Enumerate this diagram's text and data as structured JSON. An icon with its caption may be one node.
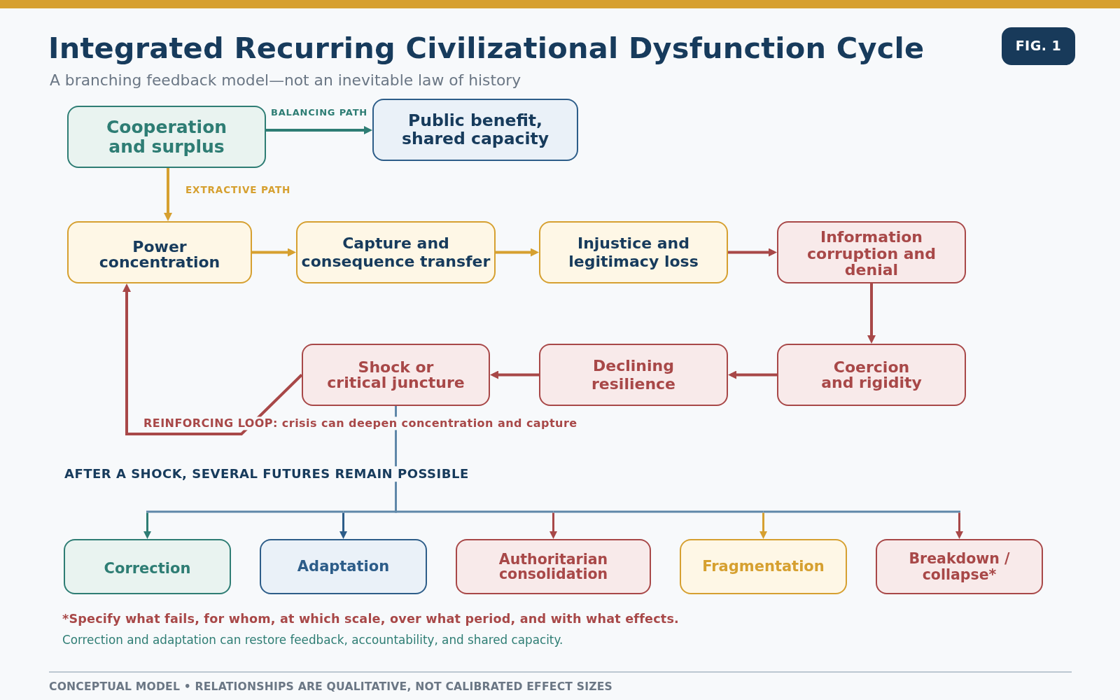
{
  "diagram": {
    "title": "Integrated Recurring Civilizational Dysfunction Cycle",
    "nodes": [
      {
        "text": [
          "FIG. 1"
        ]
      },
      {
        "text": [
          "Cooperation and surplus"
        ]
      },
      {
        "text": [
          "Public benefit, shared capacity"
        ]
      },
      {
        "text": [
          "Power concentration"
        ]
      },
      {
        "text": [
          "Capture and consequence transfer"
        ]
      },
      {
        "text": [
          "Injustice and legitimacy loss"
        ]
      },
      {
        "text": [
          "Information corruption and denial"
        ]
      },
      {
        "text": [
          "Shock or critical juncture"
        ]
      },
      {
        "text": [
          "Declining resilience"
        ]
      },
      {
        "text": [
          "Coercion and rigidity"
        ]
      },
      {
        "text": [
          "Correction"
        ]
      },
      {
        "text": [
          "Adaptation"
        ]
      },
      {
        "text": [
          "Authoritarian consolidation"
        ]
      },
      {
        "text": [
          "Fragmentation"
        ]
      },
      {
        "text": [
          "Breakdown / collapse*"
        ]
      }
    ],
    "edges": [
      {
        "from": 1,
        "to": 2,
        "arrow": "to",
        "label": "BALANCING PATH",
        "color": "#2e7d74"
      },
      {
        "from": 1,
        "to": 3,
        "arrow": "to",
        "label": "EXTRACTIVE PATH",
        "color": "#d6a030"
      },
      {
        "from": 3,
        "to": 4,
        "arrow": "to",
        "color": "#d6a030"
      },
      {
        "from": 4,
        "to": 5,
        "arrow": "to",
        "color": "#d6a030"
      },
      {
        "from": 5,
        "to": 6,
        "arrow": "to"
      },
      {
        "from": 6,
        "to": 9,
        "arrow": "to"
      },
      {
        "from": 9,
        "to": 8,
        "arrow": "to"
      },
      {
        "from": 8,
        "to": 7,
        "arrow": "to"
      },
      {
        "from": 7,
        "to": 3,
        "arrow": "to",
        "label": "REINFORCING LOOP: crisis can deepen concentration and capture"
      },
      {
        "from": 7,
        "to": 10,
        "arrow": "to",
        "color": "#5f88a9"
      },
      {
        "from": 7,
        "to": 11,
        "arrow": "to",
        "color": "#5f88a9"
      },
      {
        "from": 7,
        "to": 12,
        "arrow": "to",
        "color": "#5f88a9"
      },
      {
        "from": 7,
        "to": 13,
        "arrow": "to",
        "color": "#5f88a9"
      },
      {
        "from": 7,
        "to": 14,
        "arrow": "to",
        "color": "#5f88a9"
      }
    ],
    "labels": [
      "A branching feedback model—not an inevitable law of history",
      "AFTER A SHOCK, SEVERAL FUTURES REMAIN POSSIBLE",
      "*Specify what fails, for whom, at which scale, over what period, and with what effects.",
      "Correction and adaptation can restore feedback, accountability, and shared capacity.",
      "CONCEPTUAL MODEL • RELATIONSHIPS ARE QUALITATIVE, NOT CALIBRATED EFFECT SIZES"
    ]
  }
}
